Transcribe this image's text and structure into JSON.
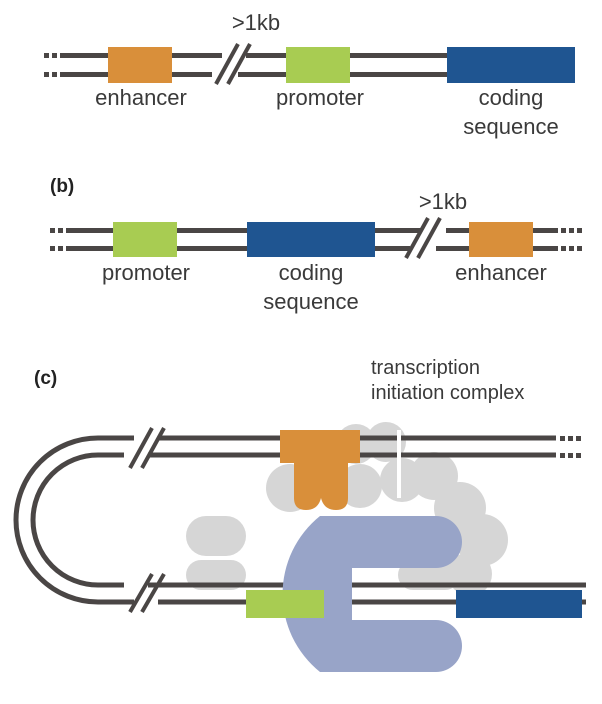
{
  "panel_a": {
    "gap_label": ">1kb",
    "enhancer_label": "enhancer",
    "promoter_label": "promoter",
    "coding_line1": "coding",
    "coding_line2": "sequence"
  },
  "panel_b": {
    "letter": "(b)",
    "gap_label": ">1kb",
    "promoter_label": "promoter",
    "coding_line1": "coding",
    "coding_line2": "sequence",
    "enhancer_label": "enhancer"
  },
  "panel_c": {
    "letter": "(c)",
    "tic_line1": "transcription",
    "tic_line2": "initiation complex"
  },
  "colors": {
    "dna": "#4a4645",
    "enhancer": "#d98f3a",
    "promoter": "#a8cc52",
    "coding": "#1f5591",
    "complex_gray": "#d6d6d6",
    "mediator": "#98a4c8"
  }
}
